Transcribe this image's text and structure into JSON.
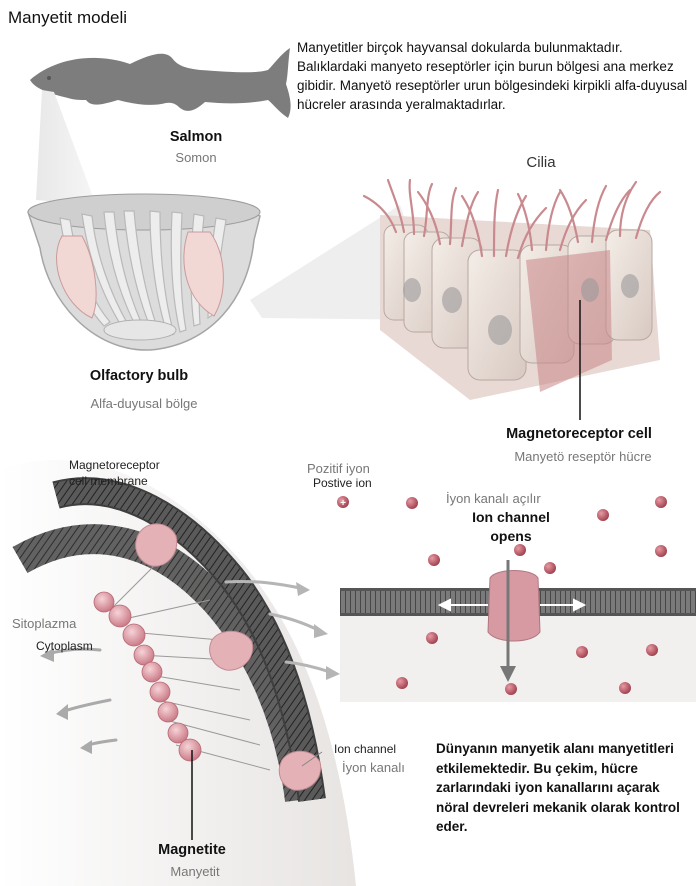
{
  "title": "Manyetit modeli",
  "intro_text": "Manyetitler birçok hayvansal dokularda bulunmaktadır. Balıklardaki manyeto reseptörler için burun bölgesi ana merkez gibidir. Manyetö reseptörler urun bölgesindeki kirpikli alfa-duyusal hücreler arasında yeralmaktadırlar.",
  "outro_text": "Dünyanın manyetik alanı manyetitleri etkilemektedir. Bu çekim, hücre zarlarındaki iyon kanallarını açarak nöral devreleri mekanik olarak kontrol eder.",
  "labels": {
    "salmon_en": "Salmon",
    "salmon_tr": "Somon",
    "cilia": "Cilia",
    "olfactory_en": "Olfactory bulb",
    "olfactory_tr": "Alfa-duyusal bölge",
    "magnetoreceptor_cell_en": "Magnetoreceptor cell",
    "magnetoreceptor_cell_tr": "Manyetö reseptör hücre",
    "membrane_line1": "Magnetoreceptor",
    "membrane_line2": "cell membrane",
    "positive_ion_tr": "Pozitif iyon",
    "positive_ion_en": "Postive ion",
    "ion_channel_opens_tr": "İyon kanalı açılır",
    "ion_channel_opens_en_line1": "Ion channel",
    "ion_channel_opens_en_line2": "opens",
    "sitoplazma": "Sitoplazma",
    "cytoplasm": "Cytoplasm",
    "ion_channel_en": "Ion channel",
    "ion_channel_tr": "İyon kanalı",
    "magnetite_en": "Magnetite",
    "magnetite_tr": "Manyetit"
  },
  "colors": {
    "fish": "#7d7d7d",
    "ion": "#b5525e",
    "membrane": "#4a4a4a",
    "magnetite": "#e3a3ac",
    "cell": "#efe6df",
    "cilia": "#c98a8f"
  }
}
